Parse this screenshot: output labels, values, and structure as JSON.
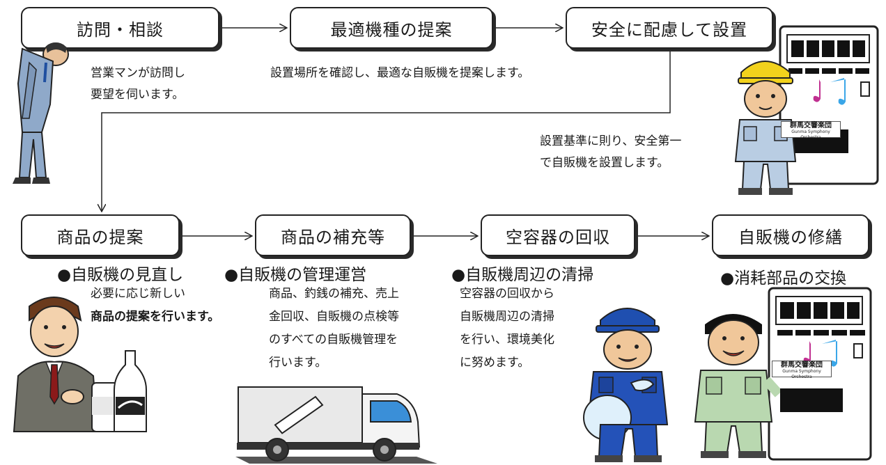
{
  "steps": {
    "visit": "訪問・相談",
    "propose_model": "最適機種の提案",
    "install": "安全に配慮して設置",
    "product_proposal": "商品の提案",
    "restock": "商品の補充等",
    "collect": "空容器の回収",
    "repair": "自販機の修繕"
  },
  "descriptions": {
    "visit": [
      "営業マンが訪問し",
      "要望を伺います。"
    ],
    "propose_model": "設置場所を確認し、最適な自販機を提案します。",
    "install": [
      "設置基準に則り、安全第一",
      "で自販機を設置します。"
    ]
  },
  "services": [
    {
      "heading": "●自販機の見直し",
      "lines": [
        "必要に応じ新しい",
        "商品の提案を行います。"
      ]
    },
    {
      "heading": "●自販機の管理運営",
      "lines": [
        "商品、釣銭の補充、売上",
        "金回収、自販機の点検等",
        "のすべての自販機管理を",
        "行います。"
      ]
    },
    {
      "heading": "●自販機周辺の清掃",
      "lines": [
        "空容器の回収から",
        "自販機周辺の清掃",
        "を行い、環境美化",
        "に努めます。"
      ]
    },
    {
      "heading": "●消耗部品の交換",
      "lines": []
    }
  ],
  "vending_label": [
    "群馬交響楽団",
    "Gunma Symphony Orchestra"
  ]
}
